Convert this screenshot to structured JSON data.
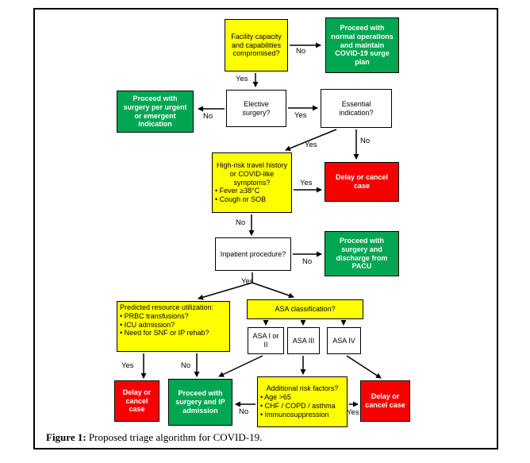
{
  "figure": {
    "caption_label": "Figure 1:",
    "caption_text": " Proposed triage algorithm for COVID-19."
  },
  "colors": {
    "yellow": "#ffff00",
    "green": "#00a651",
    "red": "#f80000"
  },
  "labels": {
    "yes": "Yes",
    "no": "No"
  },
  "nodes": {
    "facility": {
      "text": "Facility capacity and capabilities compromised?"
    },
    "normal_ops": {
      "text": "Proceed with normal operations and maintain COVID-19 surge plan"
    },
    "elective": {
      "text": "Elective surgery?"
    },
    "urgent": {
      "text": "Proceed with surgery per urgent or emergent indication"
    },
    "essential": {
      "text": "Essential indication?"
    },
    "high_risk": {
      "title": "High-risk travel history or COVID-like symptoms?",
      "bullets": [
        "• Fever ≥38°C",
        "• Cough or SOB"
      ]
    },
    "delay_top": {
      "text": "Delay or cancel case"
    },
    "inpatient": {
      "text": "Inpatient procedure?"
    },
    "pacu": {
      "text": "Proceed with surgery and discharge from PACU"
    },
    "resource": {
      "title": "Predicted resource utilization:",
      "bullets": [
        "• PRBC transfusions?",
        "• ICU admission?",
        "• Need for SNF or IP rehab?"
      ]
    },
    "asa": {
      "text": "ASA classification?"
    },
    "asa_1_2": {
      "text": "ASA I or II"
    },
    "asa_3": {
      "text": "ASA III"
    },
    "asa_4": {
      "text": "ASA IV"
    },
    "delay_left": {
      "text": "Delay or cancel case"
    },
    "ip_admission": {
      "text": "Proceed with surgery and IP admission"
    },
    "risk_factors": {
      "title": "Additional risk factors?",
      "bullets": [
        "• Age >65",
        "• CHF / COPD / asthma",
        "• Immunosuppression"
      ]
    },
    "delay_right": {
      "text": "Delay or cancel case"
    }
  }
}
